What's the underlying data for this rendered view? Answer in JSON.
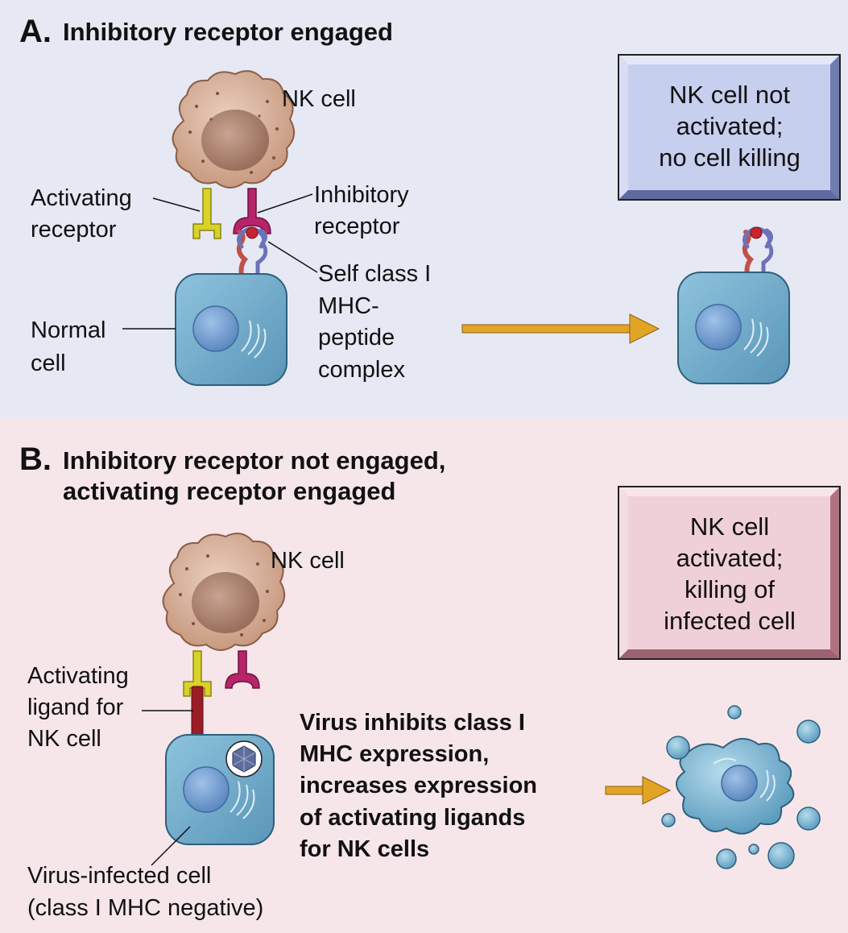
{
  "panel_a": {
    "letter": "A.",
    "title": "Inhibitory receptor engaged",
    "nk_cell_label": "NK cell",
    "activating_receptor_label": [
      "Activating",
      "receptor"
    ],
    "inhibitory_receptor_label": [
      "Inhibitory",
      "receptor"
    ],
    "mhc_label": [
      "Self class I",
      "MHC-",
      "peptide",
      "complex"
    ],
    "normal_cell_label": [
      "Normal",
      "cell"
    ],
    "result_box": [
      "NK cell not",
      "activated;",
      "no cell killing"
    ]
  },
  "panel_b": {
    "letter": "B.",
    "title": [
      "Inhibitory receptor not engaged,",
      "activating receptor engaged"
    ],
    "nk_cell_label": "NK cell",
    "activating_ligand_label": [
      "Activating",
      "ligand for",
      "NK cell"
    ],
    "infected_cell_label": [
      "Virus-infected cell",
      "(class I MHC negative)"
    ],
    "virus_text": [
      "Virus inhibits class I",
      "MHC expression,",
      "increases expression",
      "of activating ligands",
      "for NK cells"
    ],
    "result_box": [
      "NK cell",
      "activated;",
      "killing of",
      "infected cell"
    ]
  },
  "colors": {
    "panel_a_bg": "#e6e8f4",
    "panel_b_bg": "#f6e6ea",
    "box_a": "#c7cfee",
    "box_b": "#f0d0d8",
    "arrow": "#e2a424",
    "cell": "#6fa8c8",
    "nk_cell": "#cfa288",
    "activating_receptor": "#d8d22a",
    "inhibitory_receptor": "#b8246a",
    "ligand": "#9a1c24"
  }
}
